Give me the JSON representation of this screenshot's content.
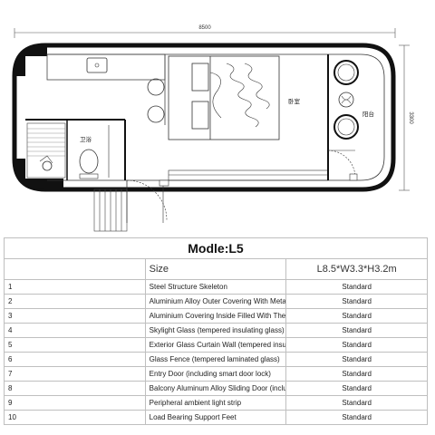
{
  "plan": {
    "dim_length": "8500",
    "dim_width": "3300",
    "label_bathroom": "卫浴",
    "label_bedroom": "卧室",
    "label_balcony": "阳台"
  },
  "spec": {
    "title": "Modle:L5",
    "header": {
      "num": "",
      "item": "Size",
      "value": "L8.5*W3.3*H3.2m"
    },
    "rows": [
      {
        "num": "1",
        "item": "Steel Structure Skeleton",
        "value": "Standard"
      },
      {
        "num": "2",
        "item": "Aluminium Alloy Outer Covering With Metallic Paint Spraying",
        "value": "Standard"
      },
      {
        "num": "3",
        "item": "Aluminium Covering Inside Filled With Thermal Insulation Layer",
        "value": "Standard"
      },
      {
        "num": "4",
        "item": "Skylight Glass (tempered insulating glass)",
        "value": "Standard"
      },
      {
        "num": "5",
        "item": "Exterior Glass Curtain Wall (tempered insulating glass)",
        "value": "Standard"
      },
      {
        "num": "6",
        "item": "Glass Fence (tempered laminated glass)",
        "value": "Standard"
      },
      {
        "num": "7",
        "item": "Entry Door (including smart door lock)",
        "value": "Standard"
      },
      {
        "num": "8",
        "item": "Balcony Aluminum Alloy Sliding Door (including door lock)",
        "value": "Standard"
      },
      {
        "num": "9",
        "item": "Peripheral ambient light strip",
        "value": "Standard"
      },
      {
        "num": "10",
        "item": "Load Bearing Support Feet",
        "value": "Standard"
      }
    ]
  }
}
